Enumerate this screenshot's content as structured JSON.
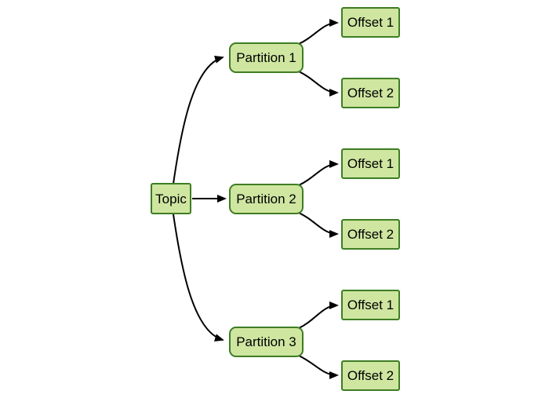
{
  "diagram": {
    "colors": {
      "background": "#ffffff",
      "node_fill": "#cfe6a1",
      "node_border": "#3e7d23",
      "arrow": "#000000",
      "text": "#000000"
    },
    "topic": {
      "label": "Topic"
    },
    "partitions": [
      {
        "label": "Partition 1",
        "offsets": [
          {
            "label": "Offset 1"
          },
          {
            "label": "Offset 2"
          }
        ]
      },
      {
        "label": "Partition 2",
        "offsets": [
          {
            "label": "Offset 1"
          },
          {
            "label": "Offset 2"
          }
        ]
      },
      {
        "label": "Partition 3",
        "offsets": [
          {
            "label": "Offset 1"
          },
          {
            "label": "Offset 2"
          }
        ]
      }
    ]
  }
}
